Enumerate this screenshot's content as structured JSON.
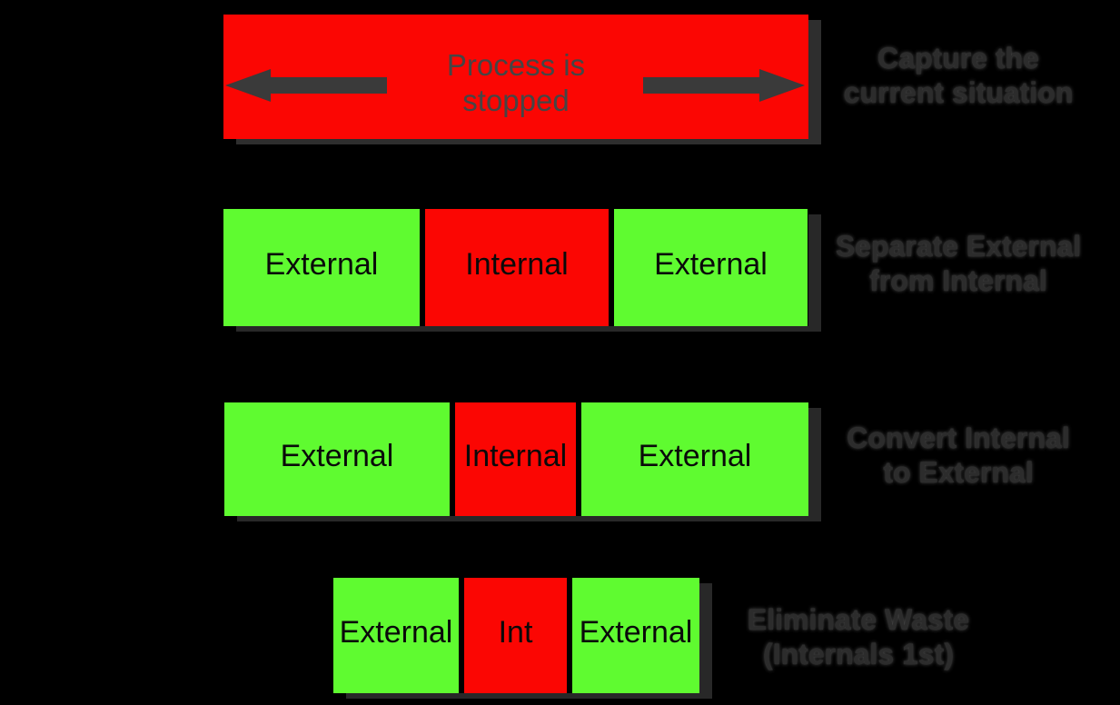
{
  "diagram": {
    "process_bar": {
      "line1": "Process is",
      "line2": "stopped"
    },
    "stages": [
      {
        "caption_line1": "Capture the",
        "caption_line2": "current situation"
      },
      {
        "caption_line1": "Separate External",
        "caption_line2": "from Internal",
        "segments": [
          {
            "label": "External"
          },
          {
            "label": "Internal"
          },
          {
            "label": "External"
          }
        ]
      },
      {
        "caption_line1": "Convert Internal",
        "caption_line2": "to External",
        "segments": [
          {
            "label": "External"
          },
          {
            "label": "Internal"
          },
          {
            "label": "External"
          }
        ]
      },
      {
        "caption_line1": "Eliminate Waste",
        "caption_line2": "(Internals 1st)",
        "segments": [
          {
            "label": "External"
          },
          {
            "label": "Int"
          },
          {
            "label": "External"
          }
        ]
      }
    ],
    "colors": {
      "background": "#000000",
      "stopped_red": "#fb0603",
      "external_green": "#5ffb30",
      "internal_red": "#fb0603",
      "arrow_gray": "#3a3a3a",
      "bar_text_gray": "#454545",
      "caption_gray": "#2c2c2c",
      "label_black": "#0a0a0a"
    }
  }
}
